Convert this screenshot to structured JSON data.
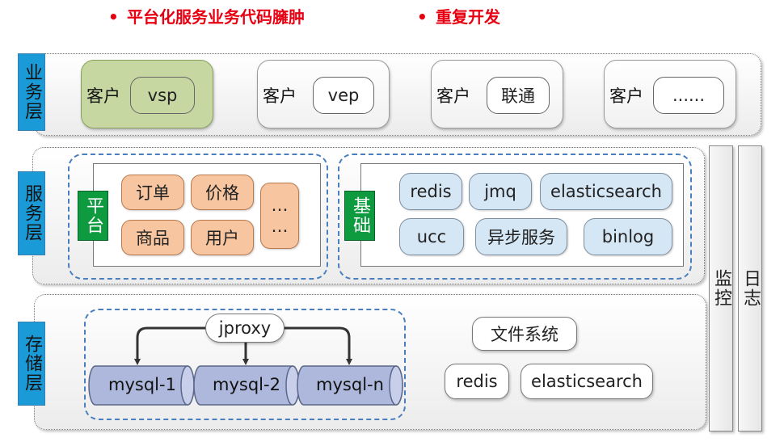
{
  "notices": [
    {
      "bullet": "•",
      "text": "平台化服务业务代码臃肿"
    },
    {
      "bullet": "•",
      "text": "重复开发"
    }
  ],
  "business_layer": {
    "tag": "业务层",
    "clients": [
      {
        "label": "客户",
        "name": "vsp"
      },
      {
        "label": "客户",
        "name": "vep"
      },
      {
        "label": "客户",
        "name": "联通"
      },
      {
        "label": "客户",
        "name": "......"
      }
    ]
  },
  "service_layer": {
    "tag": "服务层",
    "platform": {
      "tag": "平台",
      "items": [
        "订单",
        "价格",
        "商品",
        "用户"
      ],
      "more": "…\n…"
    },
    "base": {
      "tag": "基础",
      "items": [
        "redis",
        "jmq",
        "elasticsearch",
        "ucc",
        "异步服务",
        "binlog"
      ]
    }
  },
  "storage_layer": {
    "tag": "存储层",
    "proxy": "jproxy",
    "databases": [
      "mysql-1",
      "mysql-2",
      "mysql-n"
    ],
    "others": [
      "文件系统",
      "redis",
      "elasticsearch"
    ]
  },
  "side_columns": [
    "监控",
    "日志"
  ],
  "colors": {
    "notice": "#e60012",
    "layer_tag": "#1a9ad6",
    "platform_green": "#0e9a3e",
    "orange_box": "#f7c6a0",
    "blue_box": "#d5e6f5",
    "db_fill": "#aeb8dc",
    "dash": "#4a7fbf",
    "green_client": "#c6d7a2"
  }
}
